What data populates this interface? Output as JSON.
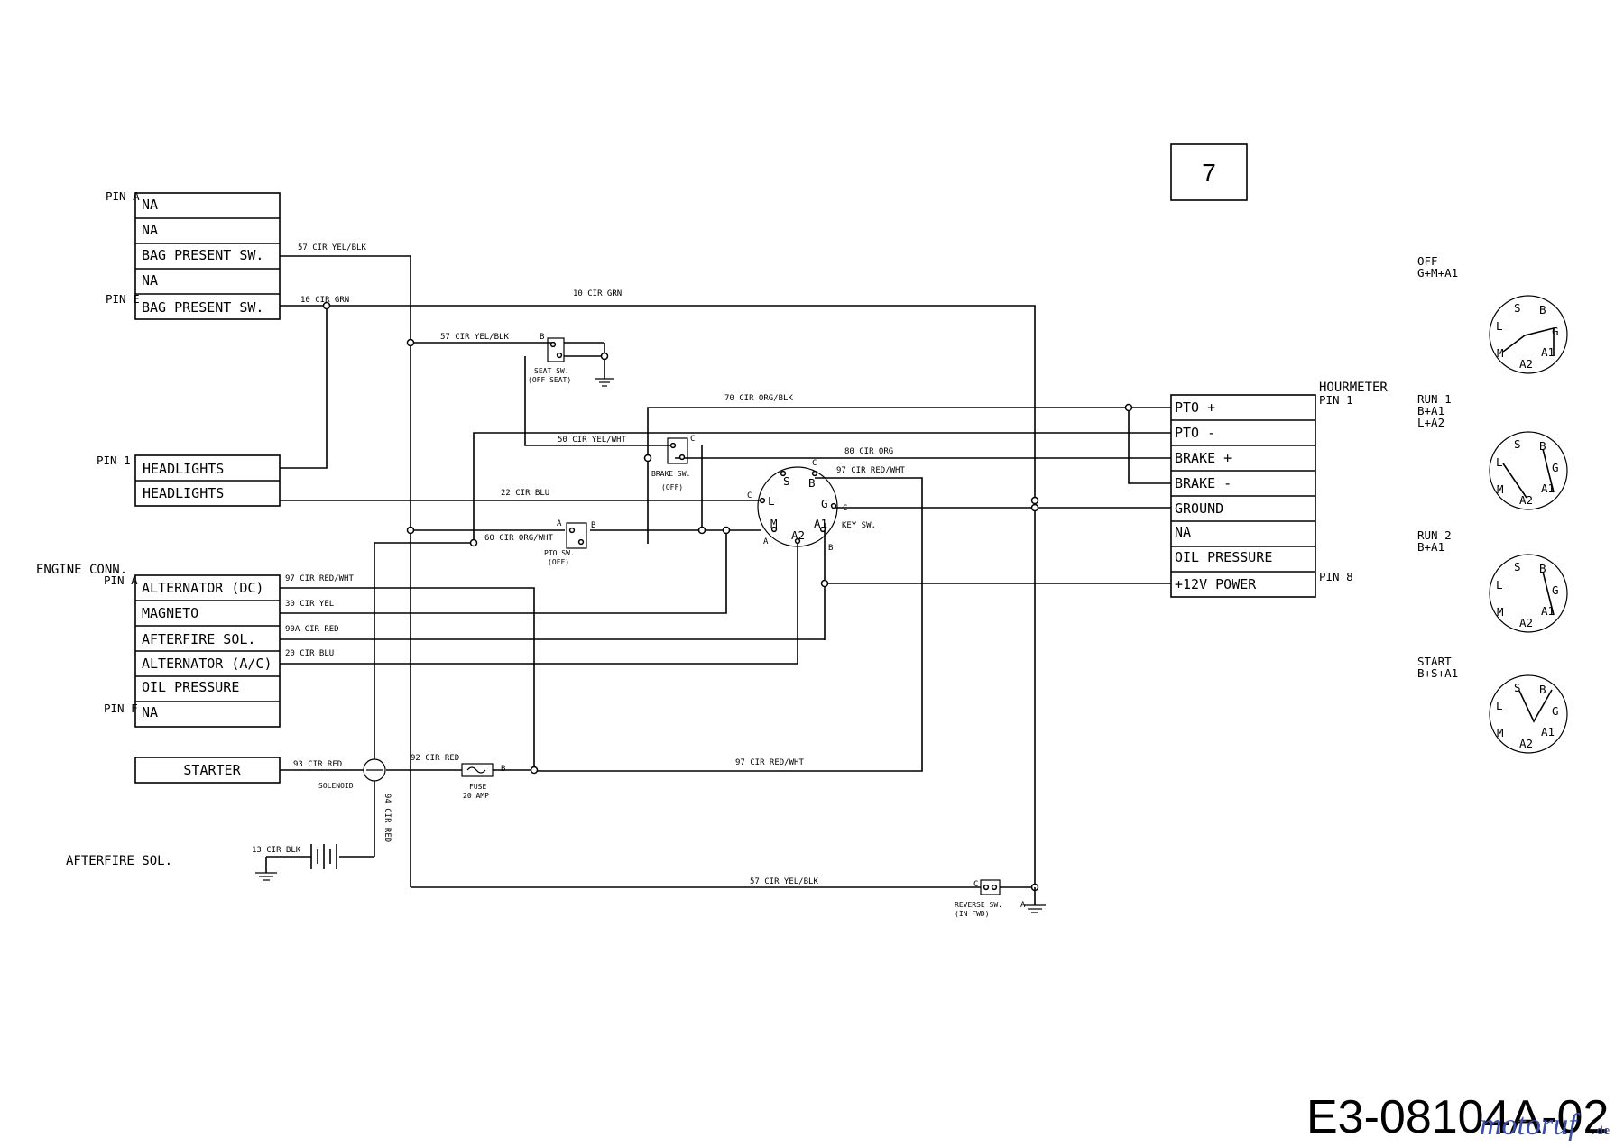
{
  "page_number": "7",
  "drawing_id": "E3-08104A-02",
  "watermark": {
    "main": "motoruf",
    "suffix": ".de"
  },
  "left_connector": {
    "pin_a": "PIN A",
    "pin_e": "PIN E",
    "rows": [
      "NA",
      "NA",
      "BAG PRESENT SW.",
      "NA",
      "BAG PRESENT SW."
    ]
  },
  "headlights": {
    "pin": "PIN 1",
    "rows": [
      "HEADLIGHTS",
      "HEADLIGHTS"
    ]
  },
  "engine": {
    "title": "ENGINE CONN.",
    "pin_a": "PIN A",
    "pin_f": "PIN F",
    "rows": [
      "ALTERNATOR (DC)",
      "MAGNETO",
      "AFTERFIRE SOL.",
      "ALTERNATOR (A/C)",
      "OIL PRESSURE",
      "NA"
    ]
  },
  "starter": "STARTER",
  "afterfire_label": "AFTERFIRE SOL.",
  "hourmeter": {
    "title": "HOURMETER",
    "pin_1": "PIN 1",
    "pin_8": "PIN 8",
    "rows": [
      "PTO +",
      "PTO -",
      "BRAKE +",
      "BRAKE -",
      "GROUND",
      "NA",
      "OIL PRESSURE",
      "+12V POWER"
    ]
  },
  "wires": {
    "w57_top": "57 CIR YEL/BLK",
    "w10_left": "10 CIR GRN",
    "w10_mid": "10 CIR GRN",
    "w57_seat": "57 CIR YEL/BLK",
    "w70": "70 CIR ORG/BLK",
    "w50": "50 CIR YEL/WHT",
    "w80": "80 CIR ORG",
    "w97_key": "97 CIR RED/WHT",
    "w22": "22 CIR BLU",
    "w60": "60 CIR ORG/WHT",
    "w97_eng": "97 CIR RED/WHT",
    "w30": "30 CIR YEL",
    "w90a": "90A CIR RED",
    "w20": "20 CIR BLU",
    "w93": "93 CIR RED",
    "w92": "92 CIR RED",
    "w97_bottom": "97 CIR RED/WHT",
    "w94": "94 CIR RED",
    "w13": "13 CIR BLK",
    "w57_bottom": "57 CIR YEL/BLK"
  },
  "components": {
    "seat_sw": "SEAT SW.",
    "seat_sw_state": "(OFF SEAT)",
    "brake_sw": "BRAKE SW.",
    "brake_sw_state": "(OFF)",
    "pto_sw": "PTO SW.",
    "pto_sw_state": "(OFF)",
    "key_sw": "KEY SW.",
    "solenoid": "SOLENOID",
    "fuse": "FUSE",
    "fuse_rating": "20 AMP",
    "reverse_sw": "REVERSE SW.",
    "reverse_sw_state": "(IN FWD)"
  },
  "terminal_letters": {
    "a": "A",
    "b": "B",
    "c": "C"
  },
  "key_terminals": {
    "s": "S",
    "b": "B",
    "l": "L",
    "g": "G",
    "m": "M",
    "a1": "A1",
    "a2": "A2"
  },
  "key_positions": [
    {
      "name": "OFF",
      "combo": "G+M+A1"
    },
    {
      "name": "RUN 1",
      "combo": "B+A1",
      "combo2": "L+A2"
    },
    {
      "name": "RUN 2",
      "combo": "B+A1"
    },
    {
      "name": "START",
      "combo": "B+S+A1"
    }
  ]
}
